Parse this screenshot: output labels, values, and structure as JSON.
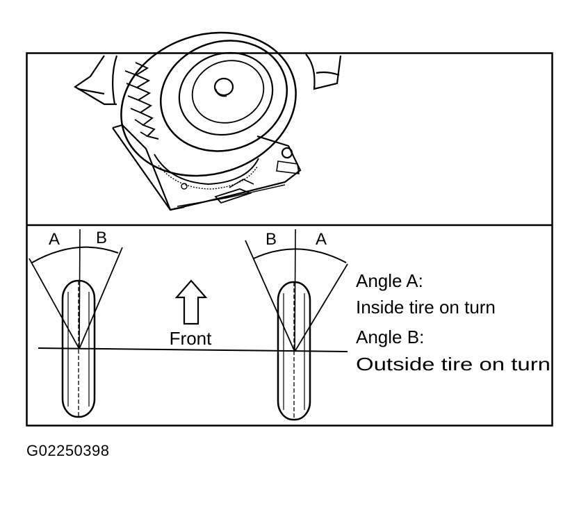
{
  "diagram": {
    "left_wheel": {
      "label_left": "A",
      "label_right": "B"
    },
    "right_wheel": {
      "label_left": "B",
      "label_right": "A"
    },
    "front_label": "Front",
    "legend": {
      "angle_a_title": "Angle A:",
      "angle_a_desc": "Inside tire on turn",
      "angle_b_title": "Angle B:",
      "angle_b_desc": "Outside tire on turn"
    }
  },
  "figure_id": "G02250398",
  "colors": {
    "ink": "#000000",
    "paper": "#ffffff"
  }
}
